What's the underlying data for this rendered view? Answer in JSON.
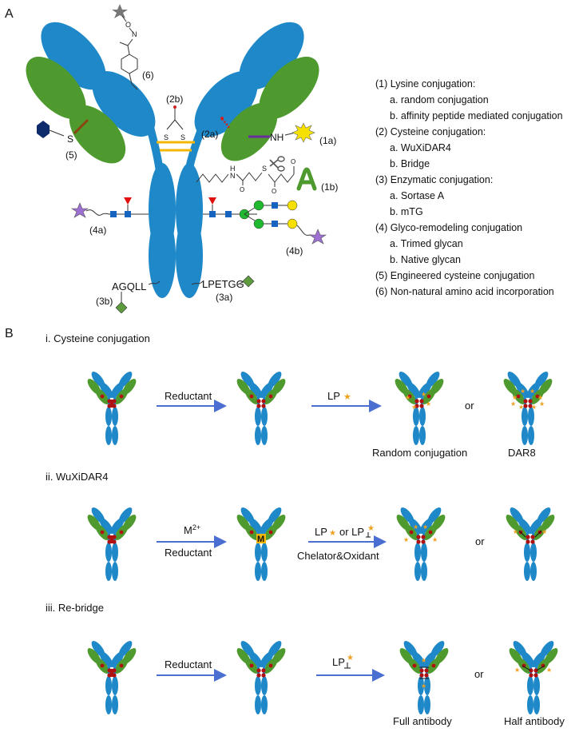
{
  "panel_a": {
    "label": "A",
    "site_labels": {
      "l6": "(6)",
      "l2b": "(2b)",
      "l2a": "(2a)",
      "l5": "(5)",
      "l1a": "(1a)",
      "l1b": "(1b)",
      "l4a": "(4a)",
      "l4b": "(4b)",
      "l3b": "(3b)",
      "l3a": "(3a)",
      "s_atom": "S",
      "nh": "NH",
      "o_atom": "O",
      "n_atom": "N",
      "agqll": "AGQLL",
      "lpetgg": "LPETGG"
    },
    "legend": [
      {
        "text": "(1) Lysine conjugation:",
        "sub": false
      },
      {
        "text": "a. random conjugation",
        "sub": true
      },
      {
        "text": "b. affinity peptide mediated conjugation",
        "sub": true
      },
      {
        "text": "(2) Cysteine conjugation:",
        "sub": false
      },
      {
        "text": "a. WuXiDAR4",
        "sub": true
      },
      {
        "text": "b. Bridge",
        "sub": true
      },
      {
        "text": "(3) Enzymatic conjugation:",
        "sub": false
      },
      {
        "text": "a. Sortase A",
        "sub": true
      },
      {
        "text": "b. mTG",
        "sub": true
      },
      {
        "text": "(4) Glyco-remodeling conjugation",
        "sub": false
      },
      {
        "text": "a. Trimed glycan",
        "sub": true
      },
      {
        "text": "b. Native glycan",
        "sub": true
      },
      {
        "text": "(5) Engineered cysteine conjugation",
        "sub": false
      },
      {
        "text": "(6) Non-natural amino acid incorporation",
        "sub": false
      }
    ]
  },
  "panel_b": {
    "label": "B",
    "rows": [
      {
        "title": "i.  Cysteine conjugation",
        "reagent1": "Reductant",
        "reagent2": "LP",
        "caption3": "Random conjugation",
        "or": "or",
        "caption4": "DAR8"
      },
      {
        "title": "ii.  WuXiDAR4",
        "reagent1_top": "M",
        "reagent1_sup": "2+",
        "reagent1": "Reductant",
        "reagent2": "LP",
        "reagent2_or": "or LP",
        "reagent2_bottom": "Chelator&Oxidant",
        "metal_label": "M",
        "or": "or"
      },
      {
        "title": "iii.  Re-bridge",
        "reagent1": "Reductant",
        "reagent2": "LP",
        "caption3": "Full antibody",
        "or": "or",
        "caption4": "Half antibody"
      }
    ]
  },
  "colors": {
    "heavy": "#1E88C8",
    "light": "#4E9A2E",
    "disulfide": "#F2B705",
    "thiol": "#B01010",
    "arrow": "#4A6FD0",
    "payload_star": "#F0A020",
    "glcnac": "#1565C0",
    "fucose": "#E01010",
    "mannose": "#1FB82E",
    "galactose": "#F5E000",
    "purple_star": "#9C6FD0",
    "lysine_link": "#6A2E9C",
    "cys_link": "#8B4513",
    "maleimide_hex": "#0D2B6B",
    "green_tag": "#5E9A3E"
  }
}
